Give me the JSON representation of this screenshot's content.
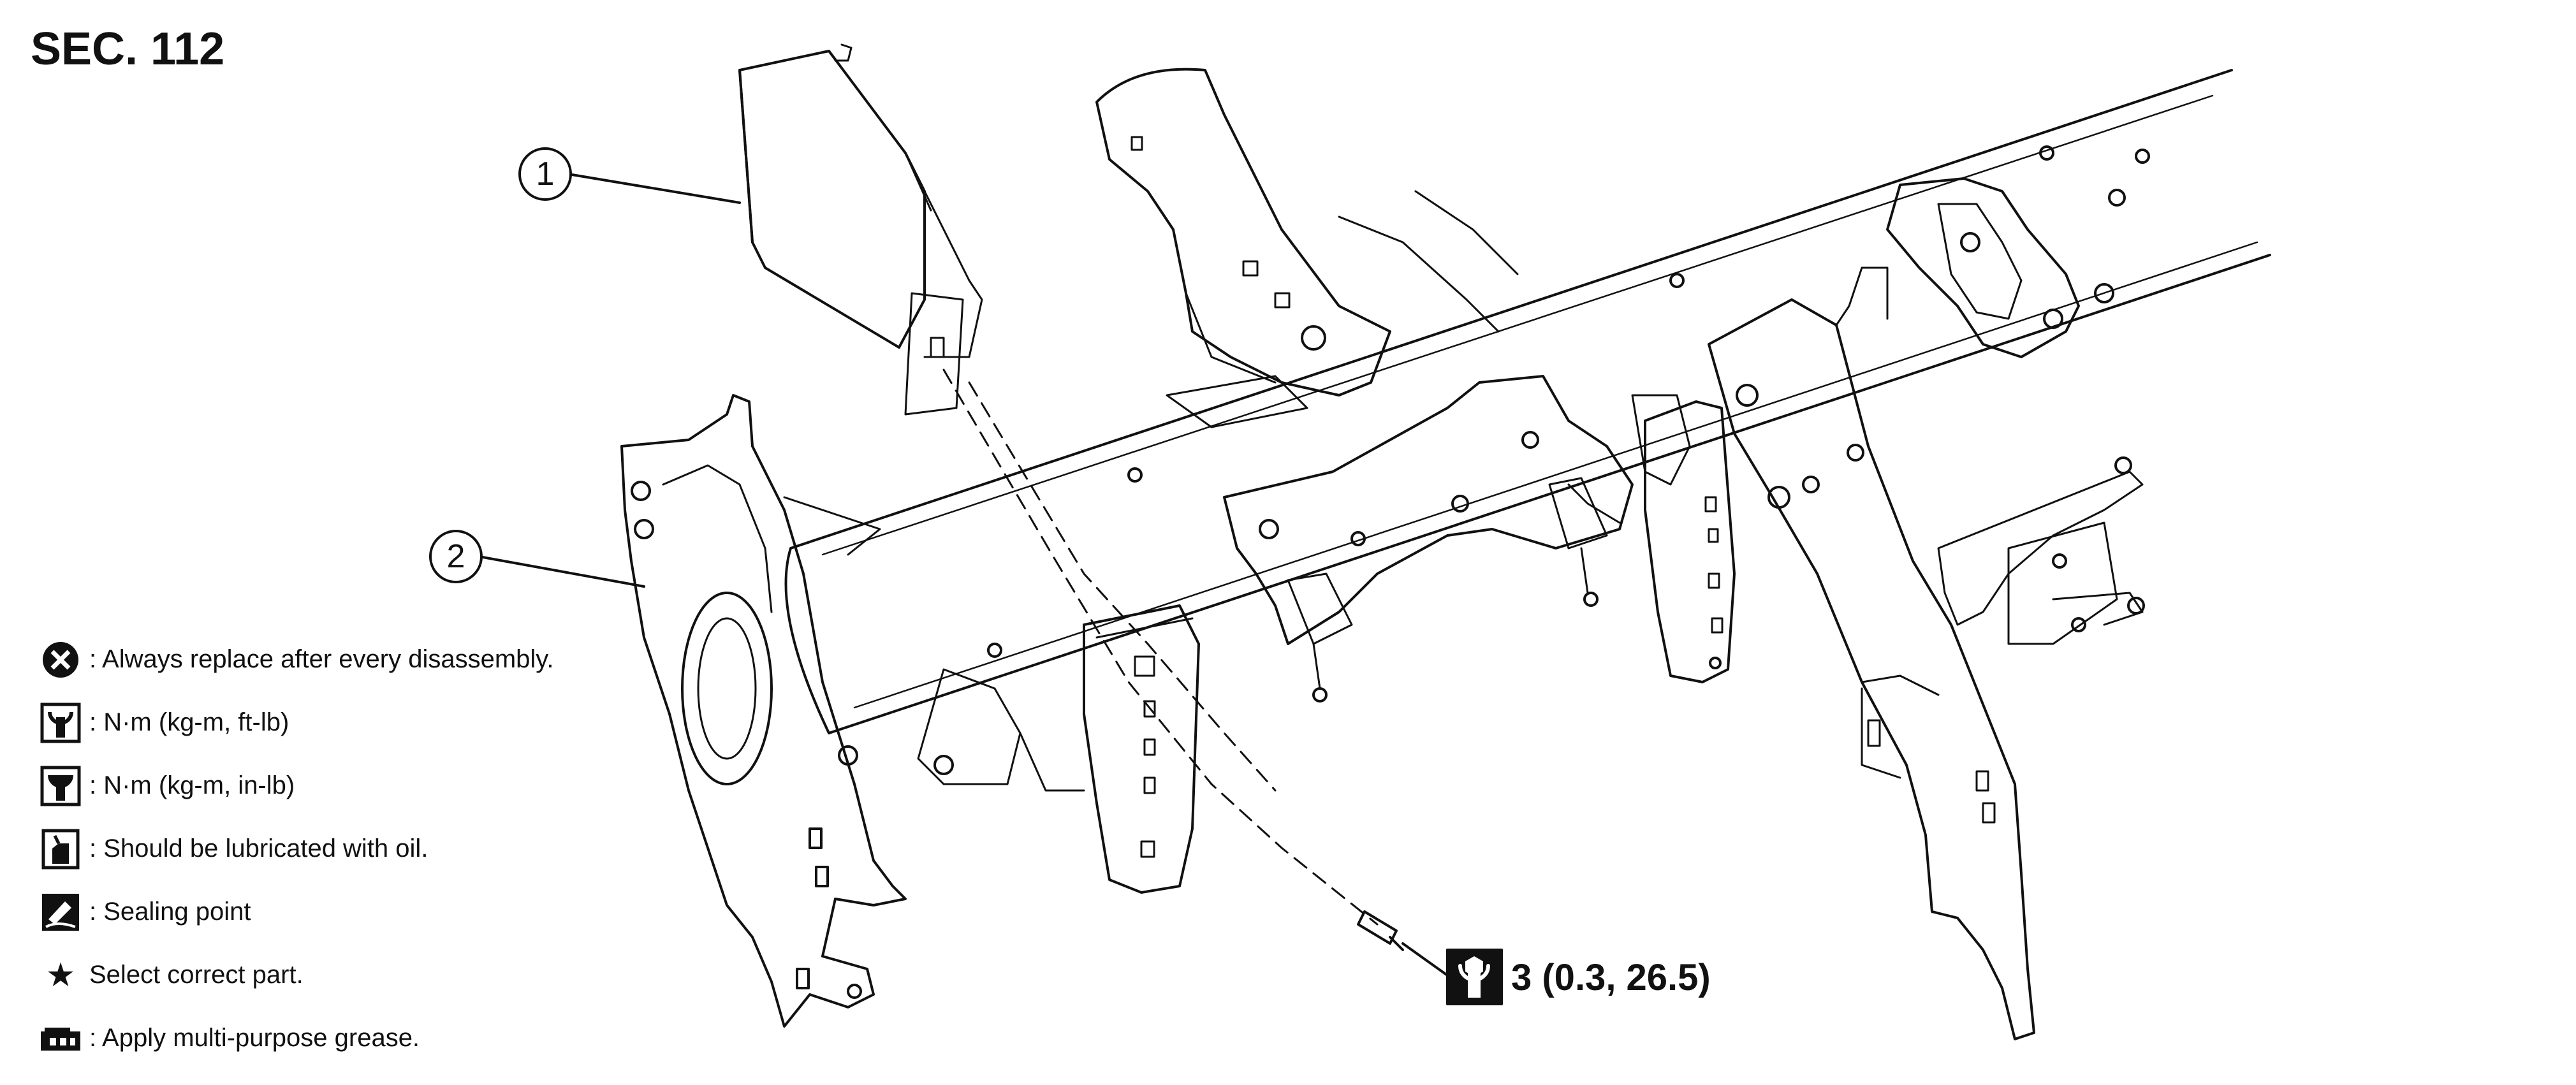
{
  "section_title": "SEC. 112",
  "callouts": [
    {
      "number": "1"
    },
    {
      "number": "2"
    }
  ],
  "torque_spec": {
    "icon": "torque-wrench-icon",
    "value": "3 (0.3, 26.5)"
  },
  "legend": [
    {
      "icon": "replace-x-icon",
      "text": ": Always replace after every disassembly."
    },
    {
      "icon": "torque-ft-lb-icon",
      "text": ": N·m (kg-m, ft-lb)"
    },
    {
      "icon": "torque-in-lb-icon",
      "text": ": N·m (kg-m, in-lb)"
    },
    {
      "icon": "oil-can-icon",
      "text": ": Should be lubricated with oil."
    },
    {
      "icon": "sealing-icon",
      "text": ": Sealing point"
    },
    {
      "icon": "star-icon",
      "text": "Select correct part."
    },
    {
      "icon": "grease-icon",
      "text": ": Apply multi-purpose grease."
    }
  ]
}
